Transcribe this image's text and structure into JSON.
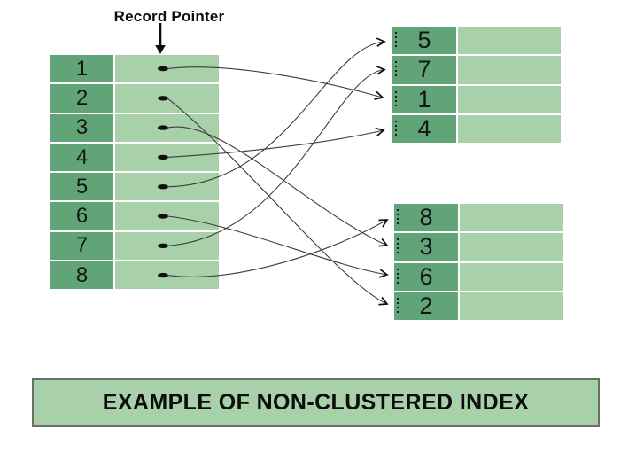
{
  "labels": {
    "record_pointer": "Record Pointer"
  },
  "caption": {
    "text": "EXAMPLE OF NON-CLUSTERED INDEX"
  },
  "index_table": {
    "description": "index entries with record pointers",
    "keys": [
      "1",
      "2",
      "3",
      "4",
      "5",
      "6",
      "7",
      "8"
    ]
  },
  "pages": [
    {
      "keys": [
        "5",
        "7",
        "1",
        "4"
      ]
    },
    {
      "keys": [
        "8",
        "3",
        "6",
        "2"
      ]
    }
  ],
  "pointers": [
    {
      "from": "1",
      "page": 0,
      "row": 2
    },
    {
      "from": "2",
      "page": 1,
      "row": 3
    },
    {
      "from": "3",
      "page": 1,
      "row": 1
    },
    {
      "from": "4",
      "page": 0,
      "row": 3
    },
    {
      "from": "5",
      "page": 0,
      "row": 0
    },
    {
      "from": "6",
      "page": 1,
      "row": 2
    },
    {
      "from": "7",
      "page": 0,
      "row": 1
    },
    {
      "from": "8",
      "page": 1,
      "row": 0
    }
  ],
  "colors": {
    "key_cell": "#61a477",
    "data_cell": "#a8d1aa",
    "line": "#3c3c3c"
  }
}
